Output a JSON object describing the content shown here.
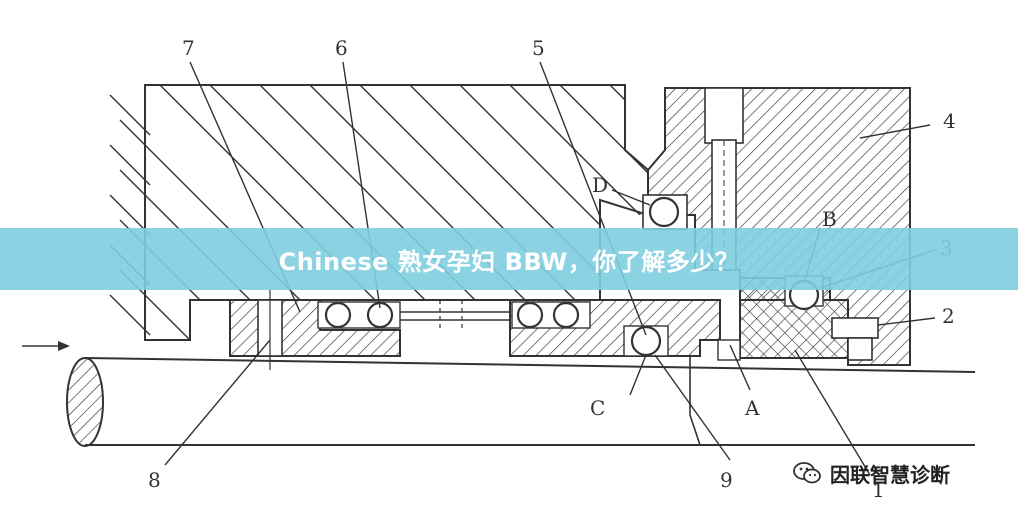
{
  "labels": {
    "n1": "1",
    "n2": "2",
    "n3": "3",
    "n4": "4",
    "n5": "5",
    "n6": "6",
    "n7": "7",
    "n8": "8",
    "n9": "9",
    "A": "A",
    "B": "B",
    "C": "C",
    "D": "D"
  },
  "banner": {
    "title": "Chinese 熟女孕妇 BBW，你了解多少？"
  },
  "watermark": {
    "text": "因联智慧诊断",
    "icon": "wechat-icon"
  },
  "colors": {
    "banner": "#7ecee0",
    "ink": "#333333"
  }
}
